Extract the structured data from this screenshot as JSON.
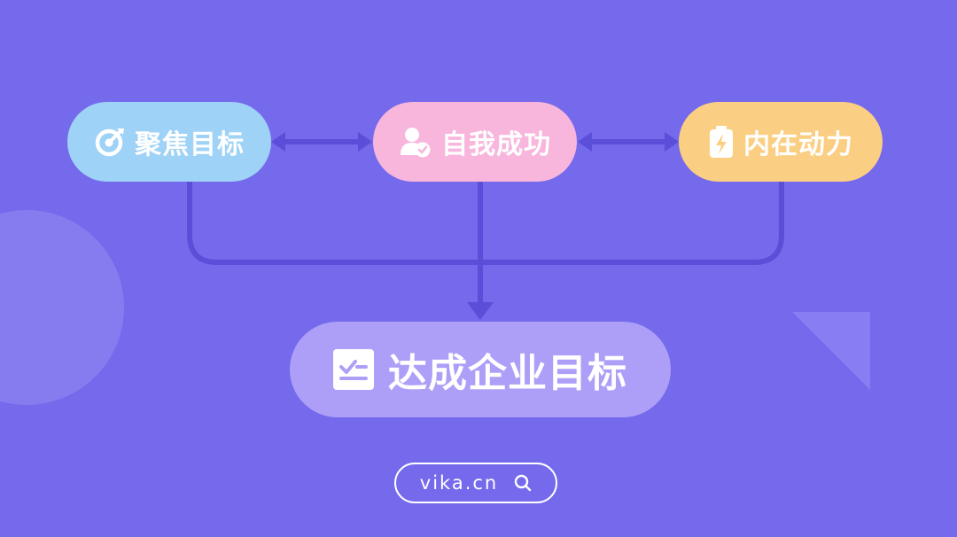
{
  "nodes": {
    "focus": {
      "label": "聚焦目标",
      "icon": "target-icon",
      "color": "#9ed2f6"
    },
    "self": {
      "label": "自我成功",
      "icon": "user-check-icon",
      "color": "#f8b6dc"
    },
    "drive": {
      "label": "内在动力",
      "icon": "battery-bolt-icon",
      "color": "#fbcf83"
    },
    "goal": {
      "label": "达成企业目标",
      "icon": "checklist-icon",
      "color": "#ad9ff8"
    }
  },
  "edges": [
    {
      "from": "focus",
      "to": "self",
      "type": "bidirectional"
    },
    {
      "from": "self",
      "to": "drive",
      "type": "bidirectional"
    },
    {
      "from": "focus",
      "to": "goal",
      "type": "merge"
    },
    {
      "from": "self",
      "to": "goal",
      "type": "arrow"
    },
    {
      "from": "drive",
      "to": "goal",
      "type": "merge"
    }
  ],
  "search": {
    "text": "vika.cn",
    "icon": "search-icon"
  },
  "colors": {
    "background": "#7569ec",
    "connector": "#5b4ed8"
  }
}
